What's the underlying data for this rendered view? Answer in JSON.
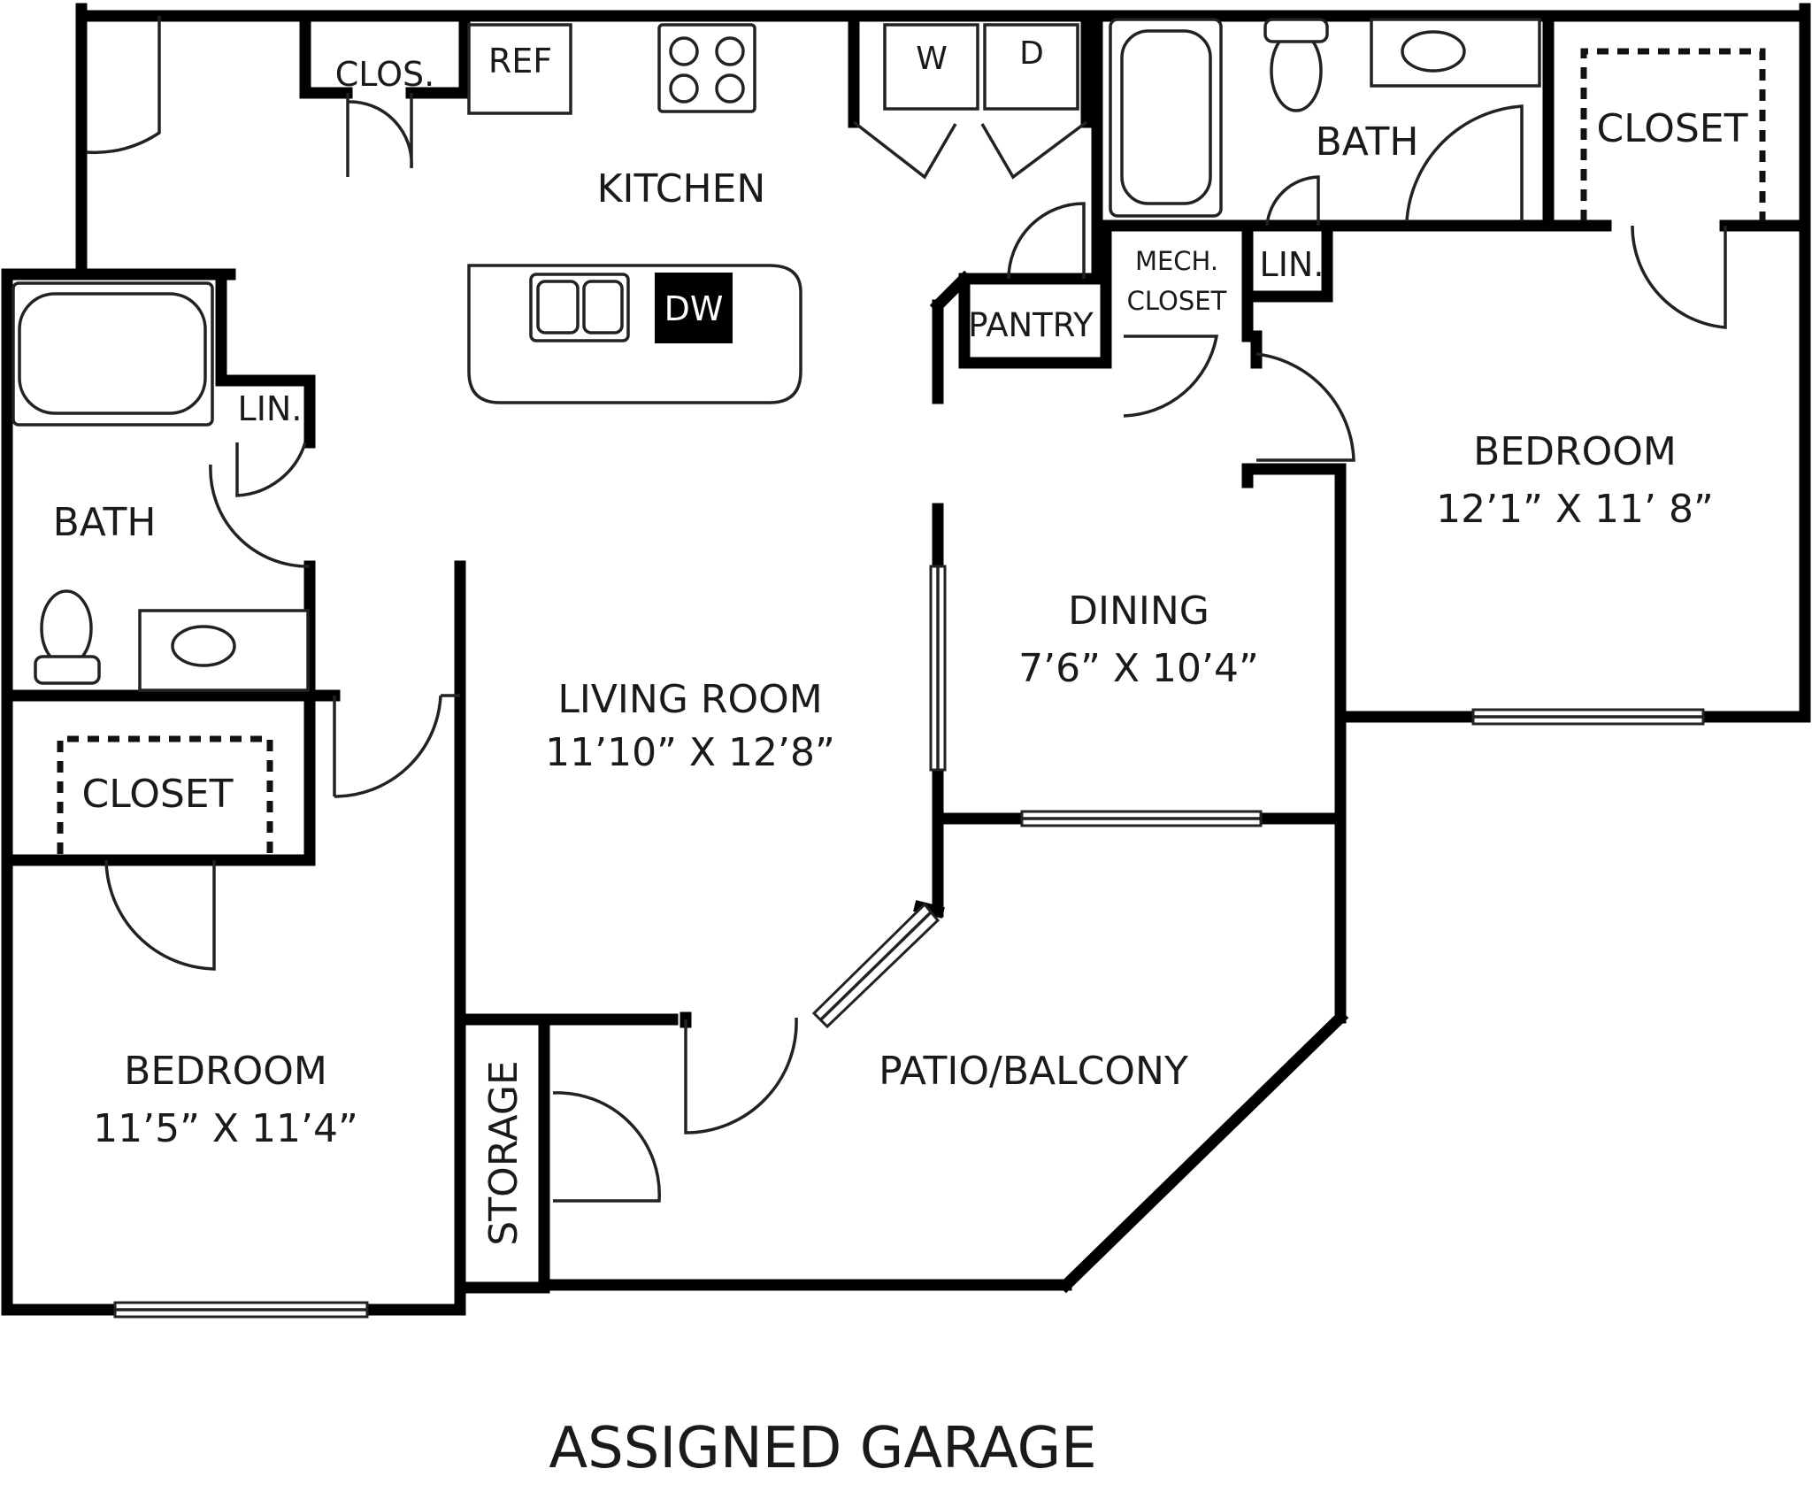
{
  "rooms": {
    "kitchen": "KITCHEN",
    "living_room": "LIVING ROOM",
    "living_room_size": "11’10” X 12’8”",
    "dining": "DINING",
    "dining_size": "7’6” X 10’4”",
    "bedroom_right": "BEDROOM",
    "bedroom_right_size": "12’1” X 11’ 8”",
    "bedroom_left": "BEDROOM",
    "bedroom_left_size": "11’5” X 11’4”",
    "bath_left": "BATH",
    "bath_right": "BATH",
    "patio": "PATIO/BALCONY",
    "storage": "STORAGE",
    "pantry": "PANTRY",
    "mech_line1": "MECH.",
    "mech_line2": "CLOSET",
    "closet_right": "CLOSET",
    "closet_left": "CLOSET",
    "clos": "CLOS.",
    "lin_left": "LIN.",
    "lin_right": "LIN."
  },
  "appliances": {
    "ref": "REF",
    "washer": "W",
    "dryer": "D",
    "dishwasher": "DW"
  },
  "footer": {
    "caption": "ASSIGNED GARAGE"
  }
}
